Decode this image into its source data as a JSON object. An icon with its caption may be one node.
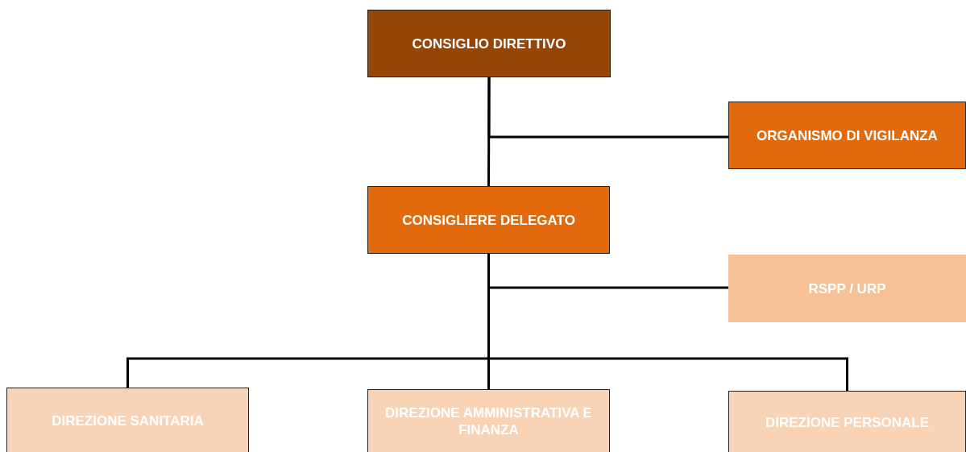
{
  "diagram": {
    "nodes": [
      {
        "text": [
          "CONSIGLIO DIRETTIVO"
        ]
      },
      {
        "text": [
          "ORGANISMO DI VIGILANZA"
        ]
      },
      {
        "text": [
          "CONSIGLIERE DELEGATO"
        ]
      },
      {
        "text": [
          "RSPP / URP"
        ]
      },
      {
        "text": [
          "DIREZIONE SANITARIA"
        ]
      },
      {
        "text": [
          "DIREZIONE AMMINISTRATIVA E FINANZA"
        ]
      },
      {
        "text": [
          "DIREZIONE PERSONALE"
        ]
      }
    ],
    "edges": [
      {
        "from": 0,
        "to": 2,
        "arrow": "none"
      },
      {
        "from": 0,
        "to": 1,
        "arrow": "none"
      },
      {
        "from": 2,
        "to": 3,
        "arrow": "none"
      },
      {
        "from": 2,
        "to": 4,
        "arrow": "none"
      },
      {
        "from": 2,
        "to": 5,
        "arrow": "none"
      },
      {
        "from": 2,
        "to": 6,
        "arrow": "none"
      }
    ]
  }
}
